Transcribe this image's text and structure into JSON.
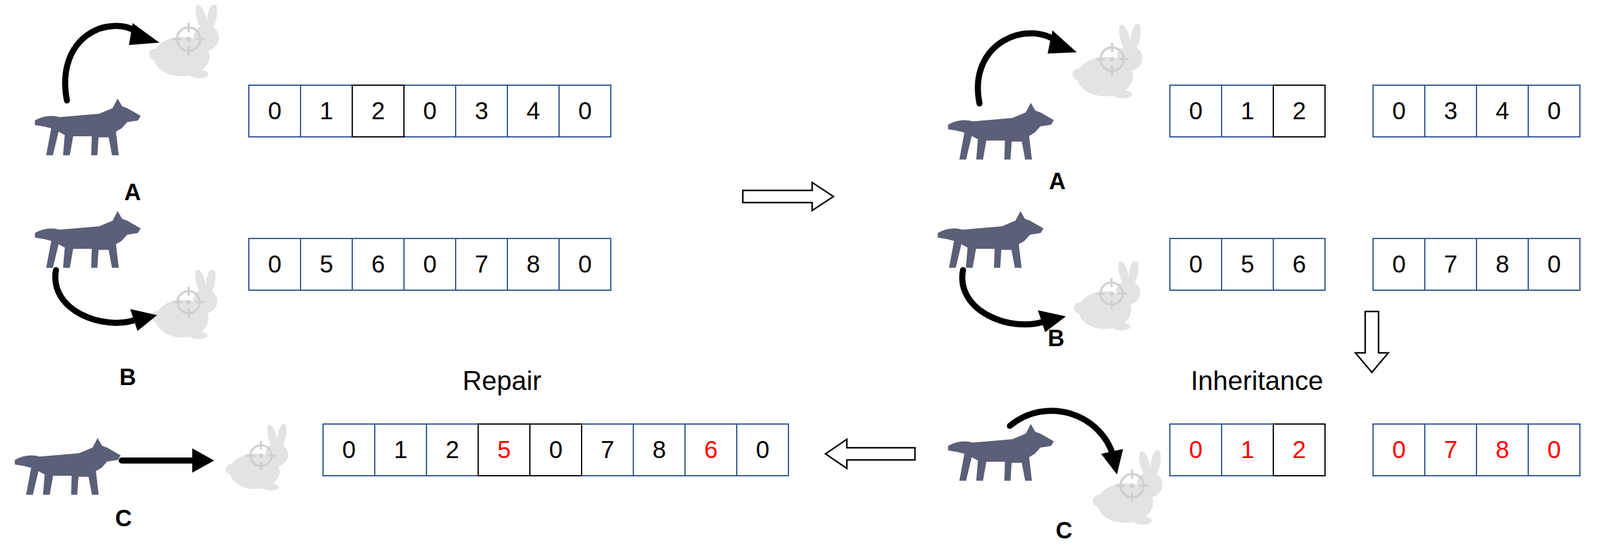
{
  "diagram": {
    "labels": [
      "0",
      "1",
      "2",
      "0",
      "3",
      "4",
      "0",
      "A",
      "0",
      "5",
      "6",
      "0",
      "7",
      "8",
      "0",
      "B",
      "0",
      "1",
      "2",
      "0",
      "3",
      "4",
      "0",
      "A",
      "0",
      "5",
      "6",
      "0",
      "7",
      "8",
      "0",
      "B",
      "Inheritance",
      "0",
      "1",
      "2",
      "0",
      "7",
      "8",
      "0",
      "C",
      "Repair",
      "0",
      "1",
      "2",
      "5",
      "0",
      "7",
      "8",
      "6",
      "0",
      "C"
    ]
  }
}
